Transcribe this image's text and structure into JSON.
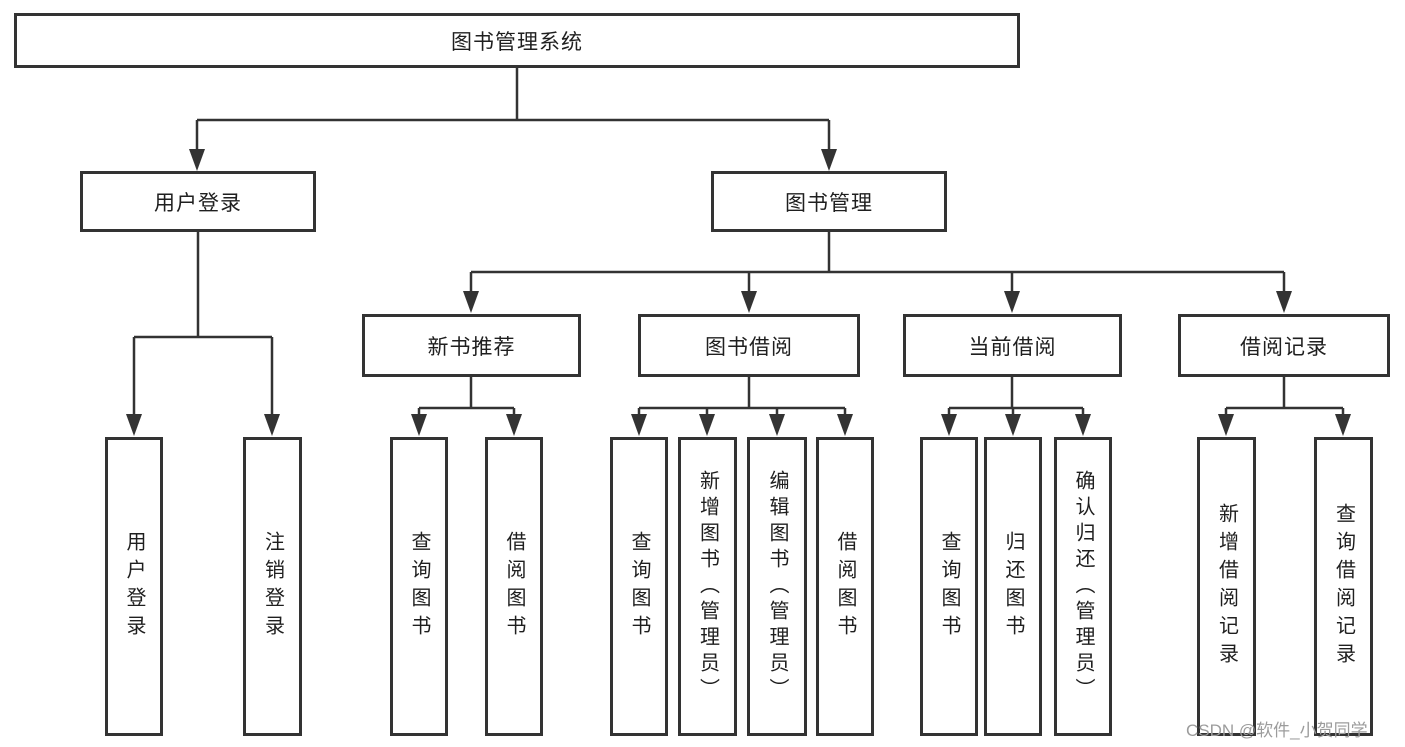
{
  "root": {
    "label": "图书管理系统"
  },
  "branches": {
    "user_login": {
      "label": "用户登录"
    },
    "book_management": {
      "label": "图书管理"
    }
  },
  "modules": {
    "new_book_recommend": {
      "label": "新书推荐"
    },
    "book_borrow": {
      "label": "图书借阅"
    },
    "current_borrow": {
      "label": "当前借阅"
    },
    "borrow_records": {
      "label": "借阅记录"
    }
  },
  "leaves": {
    "user_login": "用户登录",
    "logout": "注销登录",
    "nb_query_books": "查询图书",
    "nb_borrow_books": "借阅图书",
    "bw_query_books": "查询图书",
    "bw_add_books": "新增图书（管理员）",
    "bw_edit_books": "编辑图书（管理员）",
    "bw_borrow_books": "借阅图书",
    "cur_query_books": "查询图书",
    "cur_return_books": "归还图书",
    "cur_confirm_return": "确认归还（管理员）",
    "rec_add_record": "新增借阅记录",
    "rec_query_record": "查询借阅记录"
  },
  "watermark": {
    "text": "CSDN @软件_小贺同学"
  },
  "colors": {
    "line": "#333333",
    "box_border": "#333333",
    "text": "#1f1f1f",
    "watermark": "#9c9c9c",
    "background": "#ffffff"
  }
}
